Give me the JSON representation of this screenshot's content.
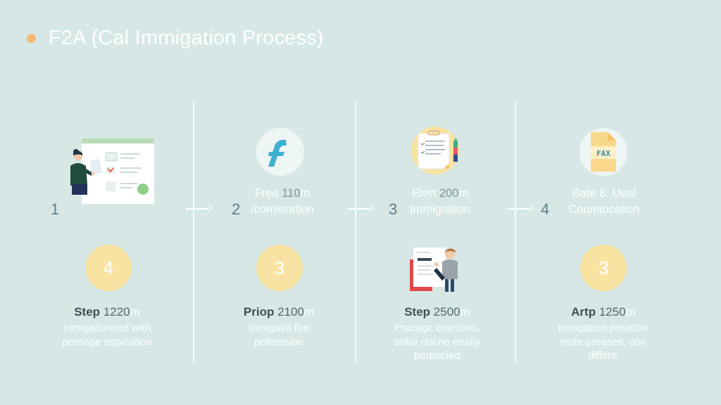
{
  "header": {
    "title": "F2A (Cal Immigation Process)",
    "bullet_color": "#f5b874"
  },
  "colors": {
    "background": "#d6e7e6",
    "badge": "#f8e3a2",
    "accent_blue": "#3fb0cf",
    "red": "#e04a4a"
  },
  "steps": [
    {
      "number": "1",
      "icon": "woman-presenting-checklist-illustration",
      "label_line1": "",
      "label_line1_num": "",
      "label_line1_unit": "",
      "label_line2": "",
      "badge": "4",
      "card_title_word": "Step",
      "card_title_num": "1220",
      "card_title_unit": "m",
      "card_desc_line1": "Inmigationsed with",
      "card_desc_line2": "pernage espication",
      "card_desc_line3": ""
    },
    {
      "number": "2",
      "icon": "f-logo-icon",
      "label_line1": "Free",
      "label_line1_num": "110",
      "label_line1_unit": "m",
      "label_line2": "/comieration",
      "badge": "3",
      "card_title_word": "Priop",
      "card_title_num": "2100",
      "card_title_unit": "m",
      "card_desc_line1": "Inmigatia fire",
      "card_desc_line2": "pellceision",
      "card_desc_line3": ""
    },
    {
      "number": "3",
      "icon": "clipboard-checklist-icon",
      "label_line1": "Etert",
      "label_line1_num": "200",
      "label_line1_unit": "m",
      "label_line2": "Immigration",
      "badge": "",
      "card_illustration": "man-with-document-illustration",
      "card_title_word": "Step",
      "card_title_num": "2500",
      "card_title_unit": "m",
      "card_desc_line1": "Pracagc erartions,",
      "card_desc_line2": "antur docne eeally",
      "card_desc_line3": "perpucied"
    },
    {
      "number": "4",
      "icon": "fax-document-icon",
      "icon_text": "FAX",
      "label_line1": "Bate 8. Ueal",
      "label_line1_num": "",
      "label_line1_unit": "",
      "label_line2": "Coumiocation",
      "badge": "3",
      "card_title_word": "Artp",
      "card_title_num": "1250",
      "card_title_unit": "m",
      "card_desc_line1": "Inmigation peration",
      "card_desc_line2": "mote preases, con",
      "card_desc_line3": "differe"
    }
  ]
}
